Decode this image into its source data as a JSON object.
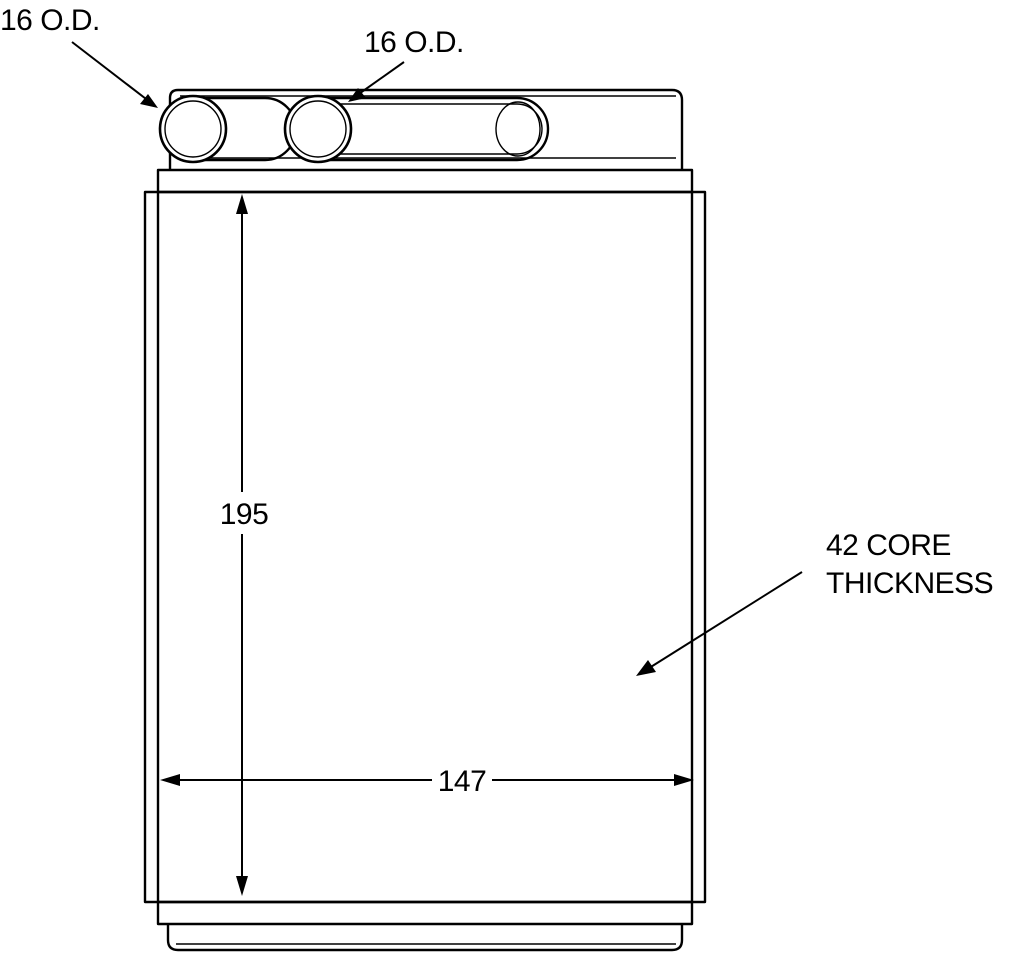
{
  "callouts": {
    "inlet_tube": "16 O.D.",
    "outlet_tube": "16 O.D.",
    "core_thickness_line1": "42 CORE",
    "core_thickness_line2": "THICKNESS"
  },
  "dimensions": {
    "height": "195",
    "width": "147"
  },
  "colors": {
    "line": "#000000",
    "background": "#ffffff"
  }
}
